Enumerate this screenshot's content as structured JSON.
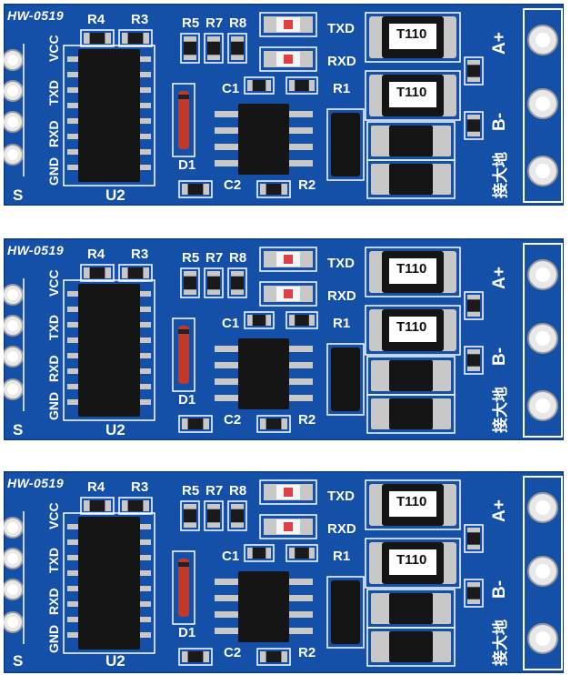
{
  "boards": [
    {
      "pcb_id": "HW-0519",
      "refs": {
        "r4": "R4",
        "r3": "R3",
        "r5": "R5",
        "r7": "R7",
        "r8": "R8",
        "c1": "C1",
        "r1": "R1",
        "d1": "D1",
        "c2": "C2",
        "r2": "R2",
        "u2": "U2",
        "s": "S"
      },
      "pins": [
        "VCC",
        "TXD",
        "RXD",
        "GND"
      ],
      "signals": {
        "txd": "TXD",
        "rxd": "RXD"
      },
      "transistor_marks": [
        "T110",
        "T110"
      ],
      "terminals": {
        "a": "A+",
        "b": "B-"
      },
      "cjk_label": "接大地"
    },
    {
      "pcb_id": "HW-0519",
      "refs": {
        "r4": "R4",
        "r3": "R3",
        "r5": "R5",
        "r7": "R7",
        "r8": "R8",
        "c1": "C1",
        "r1": "R1",
        "d1": "D1",
        "c2": "C2",
        "r2": "R2",
        "u2": "U2",
        "s": "S"
      },
      "pins": [
        "VCC",
        "TXD",
        "RXD",
        "GND"
      ],
      "signals": {
        "txd": "TXD",
        "rxd": "RXD"
      },
      "transistor_marks": [
        "T110",
        "T110"
      ],
      "terminals": {
        "a": "A+",
        "b": "B-"
      },
      "cjk_label": "接大地"
    },
    {
      "pcb_id": "HW-0519",
      "refs": {
        "r4": "R4",
        "r3": "R3",
        "r5": "R5",
        "r7": "R7",
        "r8": "R8",
        "c1": "C1",
        "r1": "R1",
        "d1": "D1",
        "c2": "C2",
        "r2": "R2",
        "u2": "U2",
        "s": "S"
      },
      "pins": [
        "VCC",
        "TXD",
        "RXD",
        "GND"
      ],
      "signals": {
        "txd": "TXD",
        "rxd": "RXD"
      },
      "transistor_marks": [
        "T110",
        "T110"
      ],
      "terminals": {
        "a": "A+",
        "b": "B-"
      },
      "cjk_label": "接大地"
    }
  ],
  "colors": {
    "pcb": "#1450a8",
    "pcb_dark": "#0d3c84",
    "silkscreen": "#ffffff",
    "chip": "#151515",
    "pad": "#c8c8c8",
    "diode_red": "#c0392b"
  }
}
